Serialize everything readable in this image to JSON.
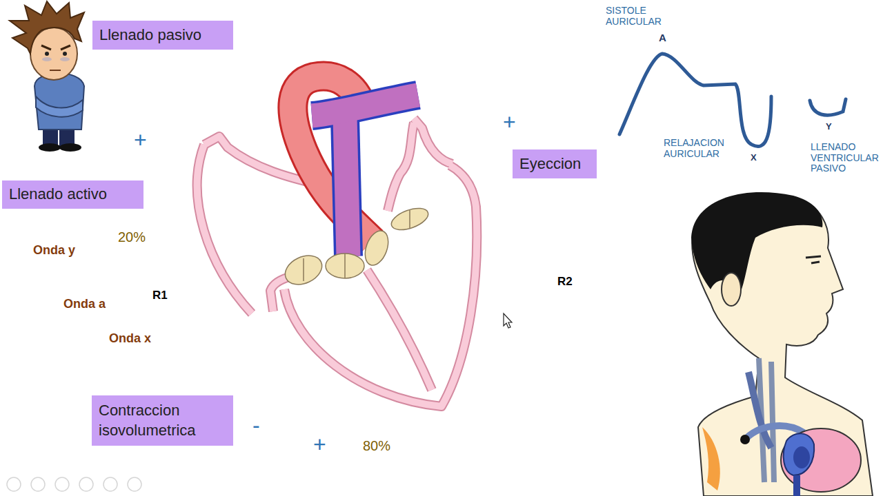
{
  "diagram": {
    "nodes": [
      {
        "text": [
          "Llenado pasivo"
        ]
      },
      {
        "text": [
          "Eyeccion"
        ]
      },
      {
        "text": [
          "Llenado activo"
        ]
      },
      {
        "text": [
          "Contraccion isovolumetrica"
        ]
      }
    ],
    "labels": [
      "SISTOLE AURICULAR",
      "A",
      "+",
      "Y",
      "+",
      "RELAJACION AURICULAR",
      "LLENADO VENTRICULAR PASIVO",
      "X",
      "20%",
      "Onda y",
      "R2",
      "R1",
      "Onda a",
      "Onda x",
      "-",
      "+",
      "80%"
    ]
  }
}
